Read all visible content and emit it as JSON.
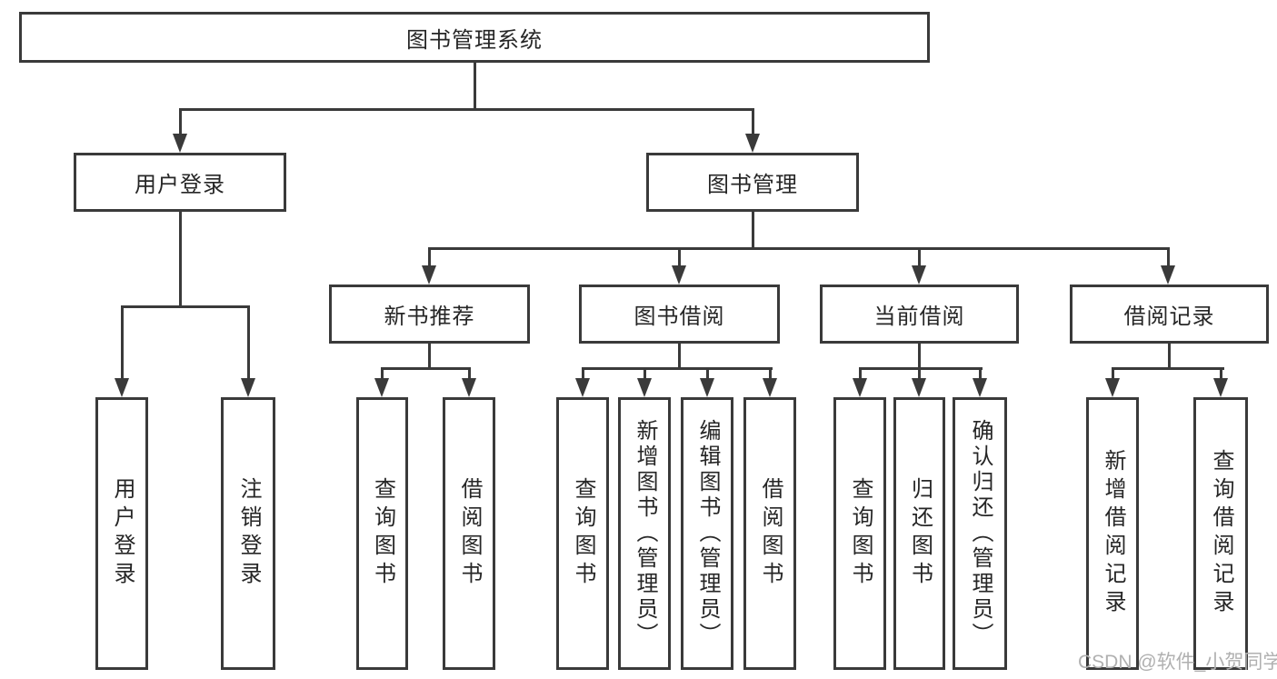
{
  "tree": {
    "label": "图书管理系统",
    "children": [
      {
        "label": "用户登录",
        "children": [
          {
            "label": "用户登录"
          },
          {
            "label": "注销登录"
          }
        ]
      },
      {
        "label": "图书管理",
        "children": [
          {
            "label": "新书推荐",
            "children": [
              {
                "label": "查询图书"
              },
              {
                "label": "借阅图书"
              }
            ]
          },
          {
            "label": "图书借阅",
            "children": [
              {
                "label": "查询图书"
              },
              {
                "label": "新增图书（管理员）"
              },
              {
                "label": "编辑图书（管理员）"
              },
              {
                "label": "借阅图书"
              }
            ]
          },
          {
            "label": "当前借阅",
            "children": [
              {
                "label": "查询图书"
              },
              {
                "label": "归还图书"
              },
              {
                "label": "确认归还（管理员）"
              }
            ]
          },
          {
            "label": "借阅记录",
            "children": [
              {
                "label": "新增借阅记录"
              },
              {
                "label": "查询借阅记录"
              }
            ]
          }
        ]
      }
    ]
  },
  "watermark": "CSDN @软件_小贺同学",
  "colors": {
    "line": "#3a3a3a",
    "text": "#262626",
    "watermark": "#b0b0b0",
    "background": "#ffffff"
  }
}
